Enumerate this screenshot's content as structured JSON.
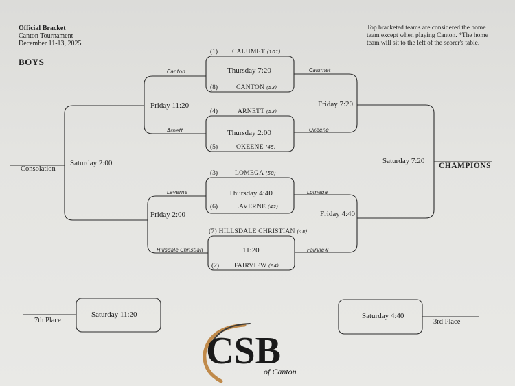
{
  "header": {
    "title": "Official Bracket",
    "tournament": "Canton Tournament",
    "dates": "December 11-13, 2025"
  },
  "division": "BOYS",
  "note": "Top bracketed teams are considered the home team except when playing Canton. *The home team will sit to the left of the scorer's table.",
  "first_round": [
    {
      "time": "Thursday 7:20",
      "top": {
        "seed": "(1)",
        "team": "CALUMET",
        "score": "(101)"
      },
      "bottom": {
        "seed": "(8)",
        "team": "CANTON",
        "score": "(53)"
      }
    },
    {
      "time": "Thursday 2:00",
      "top": {
        "seed": "(4)",
        "team": "ARNETT",
        "score": "(53)"
      },
      "bottom": {
        "seed": "(5)",
        "team": "OKEENE",
        "score": "(45)"
      }
    },
    {
      "time": "Thursday 4:40",
      "top": {
        "seed": "(3)",
        "team": "LOMEGA",
        "score": "(58)"
      },
      "bottom": {
        "seed": "(6)",
        "team": "LAVERNE",
        "score": "(42)"
      }
    },
    {
      "time": "11:20",
      "top": {
        "seed": "(7)",
        "team": "HILLSDALE CHRISTIAN",
        "score": "(48)"
      },
      "bottom": {
        "seed": "(2)",
        "team": "FAIRVIEW",
        "score": "(64)"
      }
    }
  ],
  "handwritten": {
    "canton": "Canton",
    "arnett": "Arnett",
    "laverne": "Laverne",
    "hillsdale": "Hillsdale Christian",
    "calumet": "Calumet",
    "okeene": "Okeene",
    "lomega": "Lomega",
    "fairview": "Fairview"
  },
  "games": {
    "consolation_semi_1": "Friday 11:20",
    "consolation_semi_2": "Friday 2:00",
    "consolation_final": "Saturday 2:00",
    "winners_semi_1": "Friday 7:20",
    "winners_semi_2": "Friday 4:40",
    "championship": "Saturday 7:20",
    "seventh_place": "Saturday 11:20",
    "third_place": "Saturday 4:40"
  },
  "labels": {
    "consolation": "Consolation",
    "champions": "CHAMPIONS",
    "seventh": "7th Place",
    "third": "3rd Place"
  },
  "logo": {
    "main": "CSB",
    "sub": "of Canton"
  }
}
